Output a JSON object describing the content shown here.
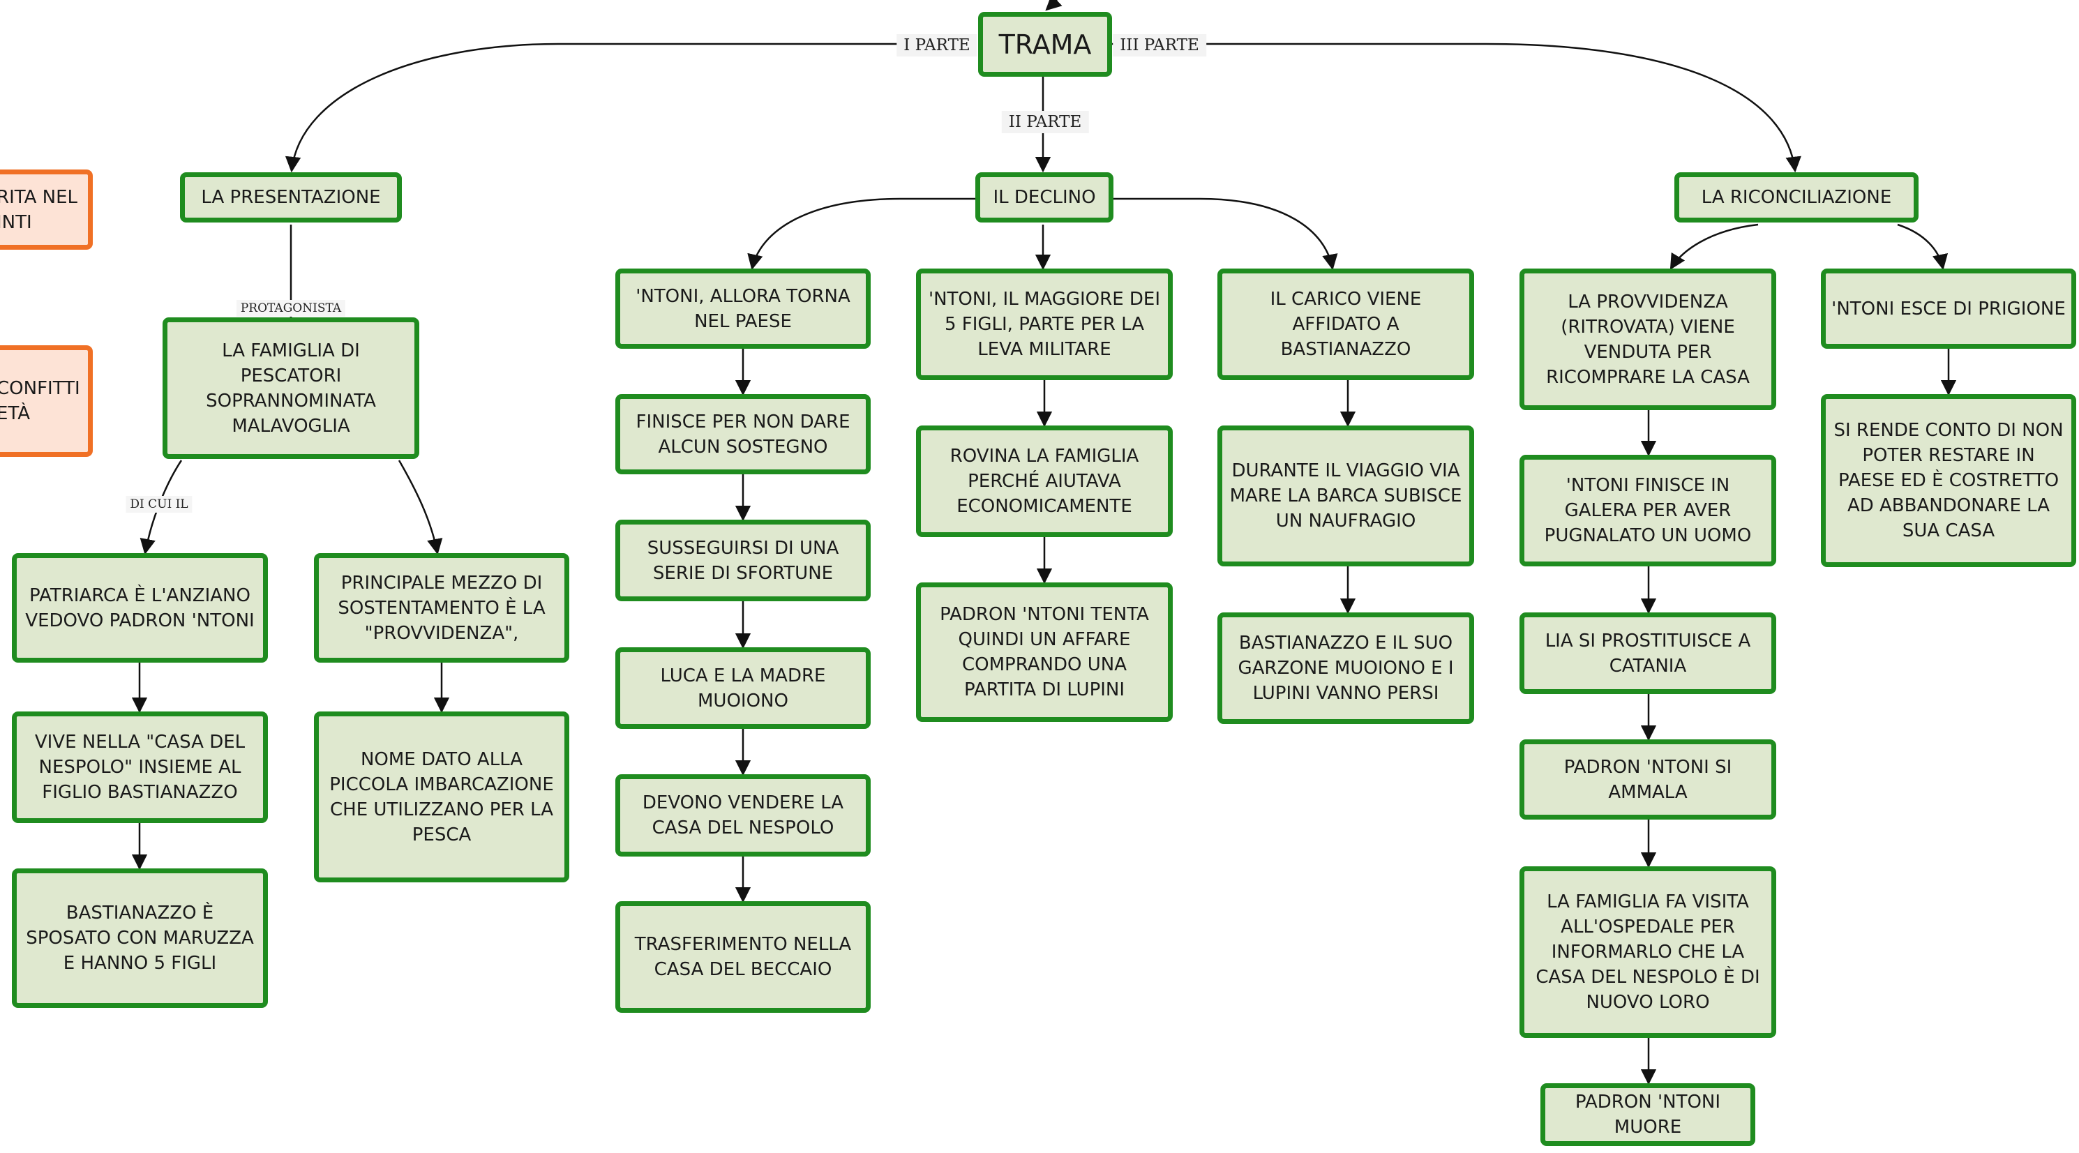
{
  "root": "TRAMA",
  "edge_labels": {
    "part1": "I PARTE",
    "part2": "II PARTE",
    "part3": "III PARTE",
    "protagonista": "PROTAGONISTA",
    "di_cui_il": "DI CUI IL"
  },
  "left_cut": {
    "box1": "RITA NEL\nINTI",
    "box2": "CONFITTI\nETÀ"
  },
  "presentazione": {
    "title": "LA PRESENTAZIONE",
    "famiglia": "LA FAMIGLIA DI PESCATORI SOPRANNOMINATA MALAVOGLIA",
    "patriarca": "PATRIARCA È L'ANZIANO VEDOVO PADRON 'NTONI",
    "vive": "VIVE NELLA \"CASA DEL NESPOLO\" INSIEME AL FIGLIO BASTIANAZZO",
    "bastianazzo": "BASTIANAZZO È SPOSATO CON MARUZZA E HANNO 5 FIGLI",
    "mezzo": "PRINCIPALE MEZZO DI SOSTENTAMENTO È LA \"PROVVIDENZA\",",
    "nome": "NOME DATO ALLA PICCOLA IMBARCAZIONE CHE UTILIZZANO PER LA PESCA"
  },
  "declino": {
    "title": "IL DECLINO",
    "col1": [
      "'NTONI, ALLORA TORNA NEL PAESE",
      "FINISCE PER NON DARE ALCUN SOSTEGNO",
      "SUSSEGUIRSI DI UNA SERIE DI SFORTUNE",
      "LUCA E LA MADRE MUOIONO",
      "DEVONO VENDERE LA CASA DEL NESPOLO",
      "TRASFERIMENTO NELLA CASA DEL BECCAIO"
    ],
    "col2": [
      "'NTONI, IL MAGGIORE DEI 5 FIGLI, PARTE PER LA LEVA MILITARE",
      "ROVINA LA FAMIGLIA PERCHÉ AIUTAVA ECONOMICAMENTE",
      "PADRON 'NTONI TENTA QUINDI UN AFFARE COMPRANDO UNA PARTITA DI LUPINI"
    ],
    "col3": [
      "IL CARICO VIENE AFFIDATO A BASTIANAZZO",
      "DURANTE IL VIAGGIO VIA MARE LA BARCA SUBISCE UN NAUFRAGIO",
      "BASTIANAZZO E IL SUO GARZONE MUOIONO E I LUPINI VANNO PERSI"
    ]
  },
  "riconciliazione": {
    "title": "LA RICONCILIAZIONE",
    "col1": [
      "LA PROVVIDENZA (RITROVATA) VIENE VENDUTA PER RICOMPRARE LA CASA",
      "'NTONI FINISCE IN GALERA PER AVER PUGNALATO UN UOMO",
      "LIA SI PROSTITUISCE A CATANIA",
      "PADRON 'NTONI SI AMMALA",
      "LA FAMIGLIA FA VISITA ALL'OSPEDALE PER INFORMARLO CHE LA CASA DEL NESPOLO È DI NUOVO LORO",
      "PADRON 'NTONI MUORE"
    ],
    "col2": [
      "'NTONI ESCE DI PRIGIONE",
      "SI RENDE CONTO DI NON POTER RESTARE IN PAESE ED È COSTRETTO AD ABBANDONARE LA SUA CASA"
    ]
  },
  "colors": {
    "node_fill": "#dfe8cf",
    "node_border": "#1f8c1f",
    "side_fill": "#fde3d6",
    "side_border": "#f07025",
    "edge": "#111111"
  }
}
